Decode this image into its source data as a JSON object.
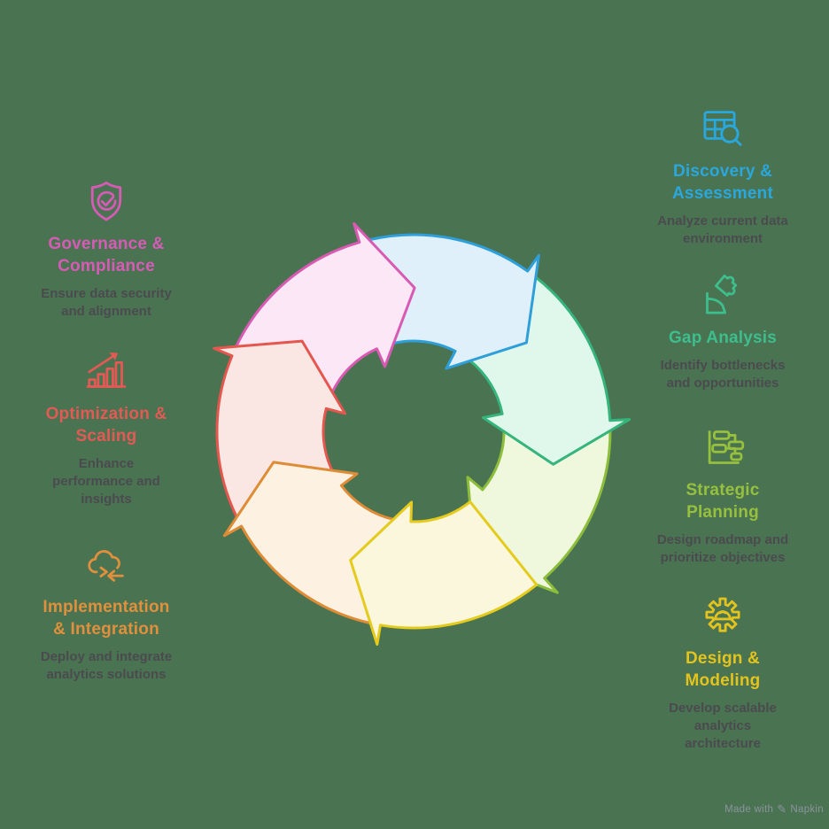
{
  "background": "#4A7352",
  "stages": {
    "discovery_assessment": {
      "title": "Discovery &\nAssessment",
      "subtitle": "Analyze current data\nenvironment",
      "color": "#2AA7DC",
      "arrow_stroke": "#2E9FD9",
      "arrow_fill": "#DFF0FA",
      "icon": "data-table-search-icon"
    },
    "gap_analysis": {
      "title": "Gap Analysis",
      "subtitle": "Identify bottlenecks\nand opportunities",
      "color": "#3EBD8D",
      "arrow_stroke": "#35B57C",
      "arrow_fill": "#E0F7EB",
      "icon": "puzzle-piece-icon"
    },
    "strategic_planning": {
      "title": "Strategic\nPlanning",
      "subtitle": "Design roadmap and\nprioritize objectives",
      "color": "#96C03D",
      "arrow_stroke": "#8CBE3B",
      "arrow_fill": "#EFF7DC",
      "icon": "roadmap-gantt-icon"
    },
    "design_modeling": {
      "title": "Design &\nModeling",
      "subtitle": "Develop scalable\nanalytics\narchitecture",
      "color": "#E3C31D",
      "arrow_stroke": "#E4CB1D",
      "arrow_fill": "#FBF7DC",
      "icon": "gear-hardhat-icon"
    },
    "implementation_integration": {
      "title": "Implementation\n& Integration",
      "subtitle": "Deploy and integrate\nanalytics solutions",
      "color": "#E0903C",
      "arrow_stroke": "#DE8C35",
      "arrow_fill": "#FDF2E2",
      "icon": "cloud-sync-icon"
    },
    "optimization_scaling": {
      "title": "Optimization &\nScaling",
      "subtitle": "Enhance\nperformance and\ninsights",
      "color": "#E25A54",
      "arrow_stroke": "#E4574F",
      "arrow_fill": "#FAE7E3",
      "icon": "growth-chart-icon"
    },
    "governance_compliance": {
      "title": "Governance &\nCompliance",
      "subtitle": "Ensure data security\nand alignment",
      "color": "#D65BB5",
      "arrow_stroke": "#D85AB3",
      "arrow_fill": "#FBE7F6",
      "icon": "shield-check-icon"
    }
  },
  "cycle": {
    "direction": "clockwise",
    "clockwise_order": [
      "discovery_assessment",
      "gap_analysis",
      "strategic_planning",
      "design_modeling",
      "implementation_integration",
      "optimization_scaling",
      "governance_compliance"
    ]
  },
  "footer": {
    "prefix": "Made with",
    "brand": "Napkin",
    "pen_icon": "✎"
  }
}
